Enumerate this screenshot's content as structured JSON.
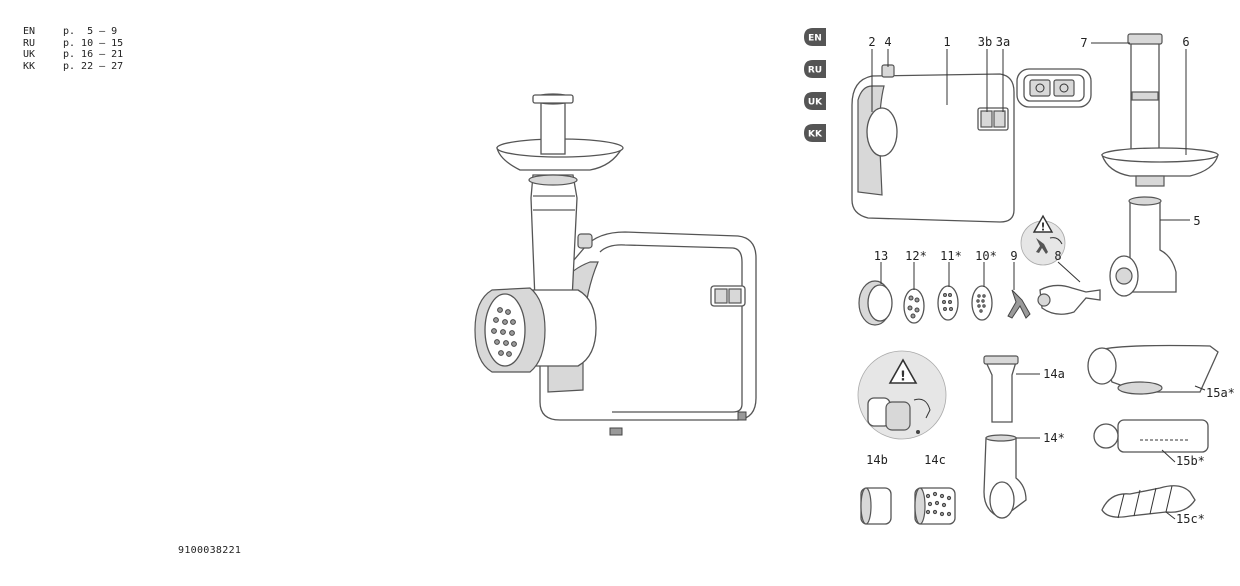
{
  "toc": [
    {
      "lang": "EN",
      "pages": "p.  5 – 9"
    },
    {
      "lang": "RU",
      "pages": "p. 10 – 15"
    },
    {
      "lang": "UK",
      "pages": "p. 16 – 21"
    },
    {
      "lang": "KK",
      "pages": "p. 22 – 27"
    }
  ],
  "doc_number": "9100038221",
  "lang_tabs": [
    "EN",
    "RU",
    "UK",
    "KK"
  ],
  "labels": {
    "l2": "2",
    "l4": "4",
    "l1": "1",
    "l3b": "3b",
    "l3a": "3a",
    "l7": "7",
    "l6": "6",
    "l5": "5",
    "l13": "13",
    "l12": "12*",
    "l11": "11*",
    "l10": "10*",
    "l9": "9",
    "l8": "8",
    "l14a": "14a",
    "l14": "14*",
    "l14b": "14b",
    "l14c": "14c",
    "l15a": "15a*",
    "l15b": "15b*",
    "l15c": "15c*"
  },
  "icons": [
    "warning-icon",
    "warning-icon"
  ]
}
